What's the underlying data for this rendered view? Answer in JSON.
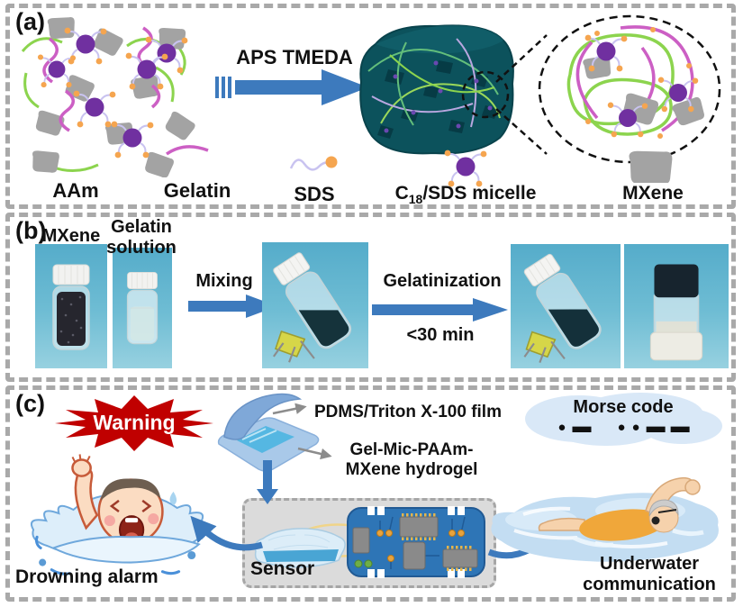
{
  "panels": {
    "a": {
      "label": "(a)",
      "arrow_label": "APS TMEDA",
      "aam_label": "AAm",
      "gelatin_label": "Gelatin",
      "sds_label": "SDS",
      "micelle_label_main": "C",
      "micelle_label_sub": "18",
      "micelle_label_rest": "/SDS micelle",
      "mxene_label": "MXene"
    },
    "b": {
      "label": "(b)",
      "mxene_vial_label": "MXene",
      "gelatin_vial_label_line1": "Gelatin",
      "gelatin_vial_label_line2": "solution",
      "mixing_arrow_label": "Mixing",
      "gelatinization_arrow_label": "Gelatinization",
      "gelatinization_time": "<30 min"
    },
    "c": {
      "label": "(c)",
      "warning_label": "Warning",
      "film_label": "PDMS/Triton X-100 film",
      "hydrogel_label_line1": "Gel-Mic-PAAm-",
      "hydrogel_label_line2": "MXene hydrogel",
      "morse_title": "Morse code",
      "morse_symbols": [
        "●",
        "▬",
        "●",
        "●",
        "▬",
        "▬"
      ],
      "sensor_label": "Sensor",
      "drowning_label": "Drowning alarm",
      "underwater_label_line1": "Underwater",
      "underwater_label_line2": "communication"
    }
  },
  "colors": {
    "panel_border_gray": "#A9A9A9",
    "arrow_blue": "#3D7ABD",
    "warning_red": "#C00000",
    "cube_teal": "#0C525C",
    "aam_green": "#8CD44E",
    "gelatin_magenta": "#CC5FC4",
    "micelle_purple": "#7030A0",
    "sds_orange": "#F5A54F",
    "sds_tail_lavender": "#C9C3F0",
    "mxene_gray": "#A3A3A3",
    "photo_background_cyan": "#55ACCA",
    "circuit_board_blue": "#2E75B6",
    "morse_cloud_blue": "#D9E8F7",
    "sensor_box_gray": "#DBDBDB"
  }
}
